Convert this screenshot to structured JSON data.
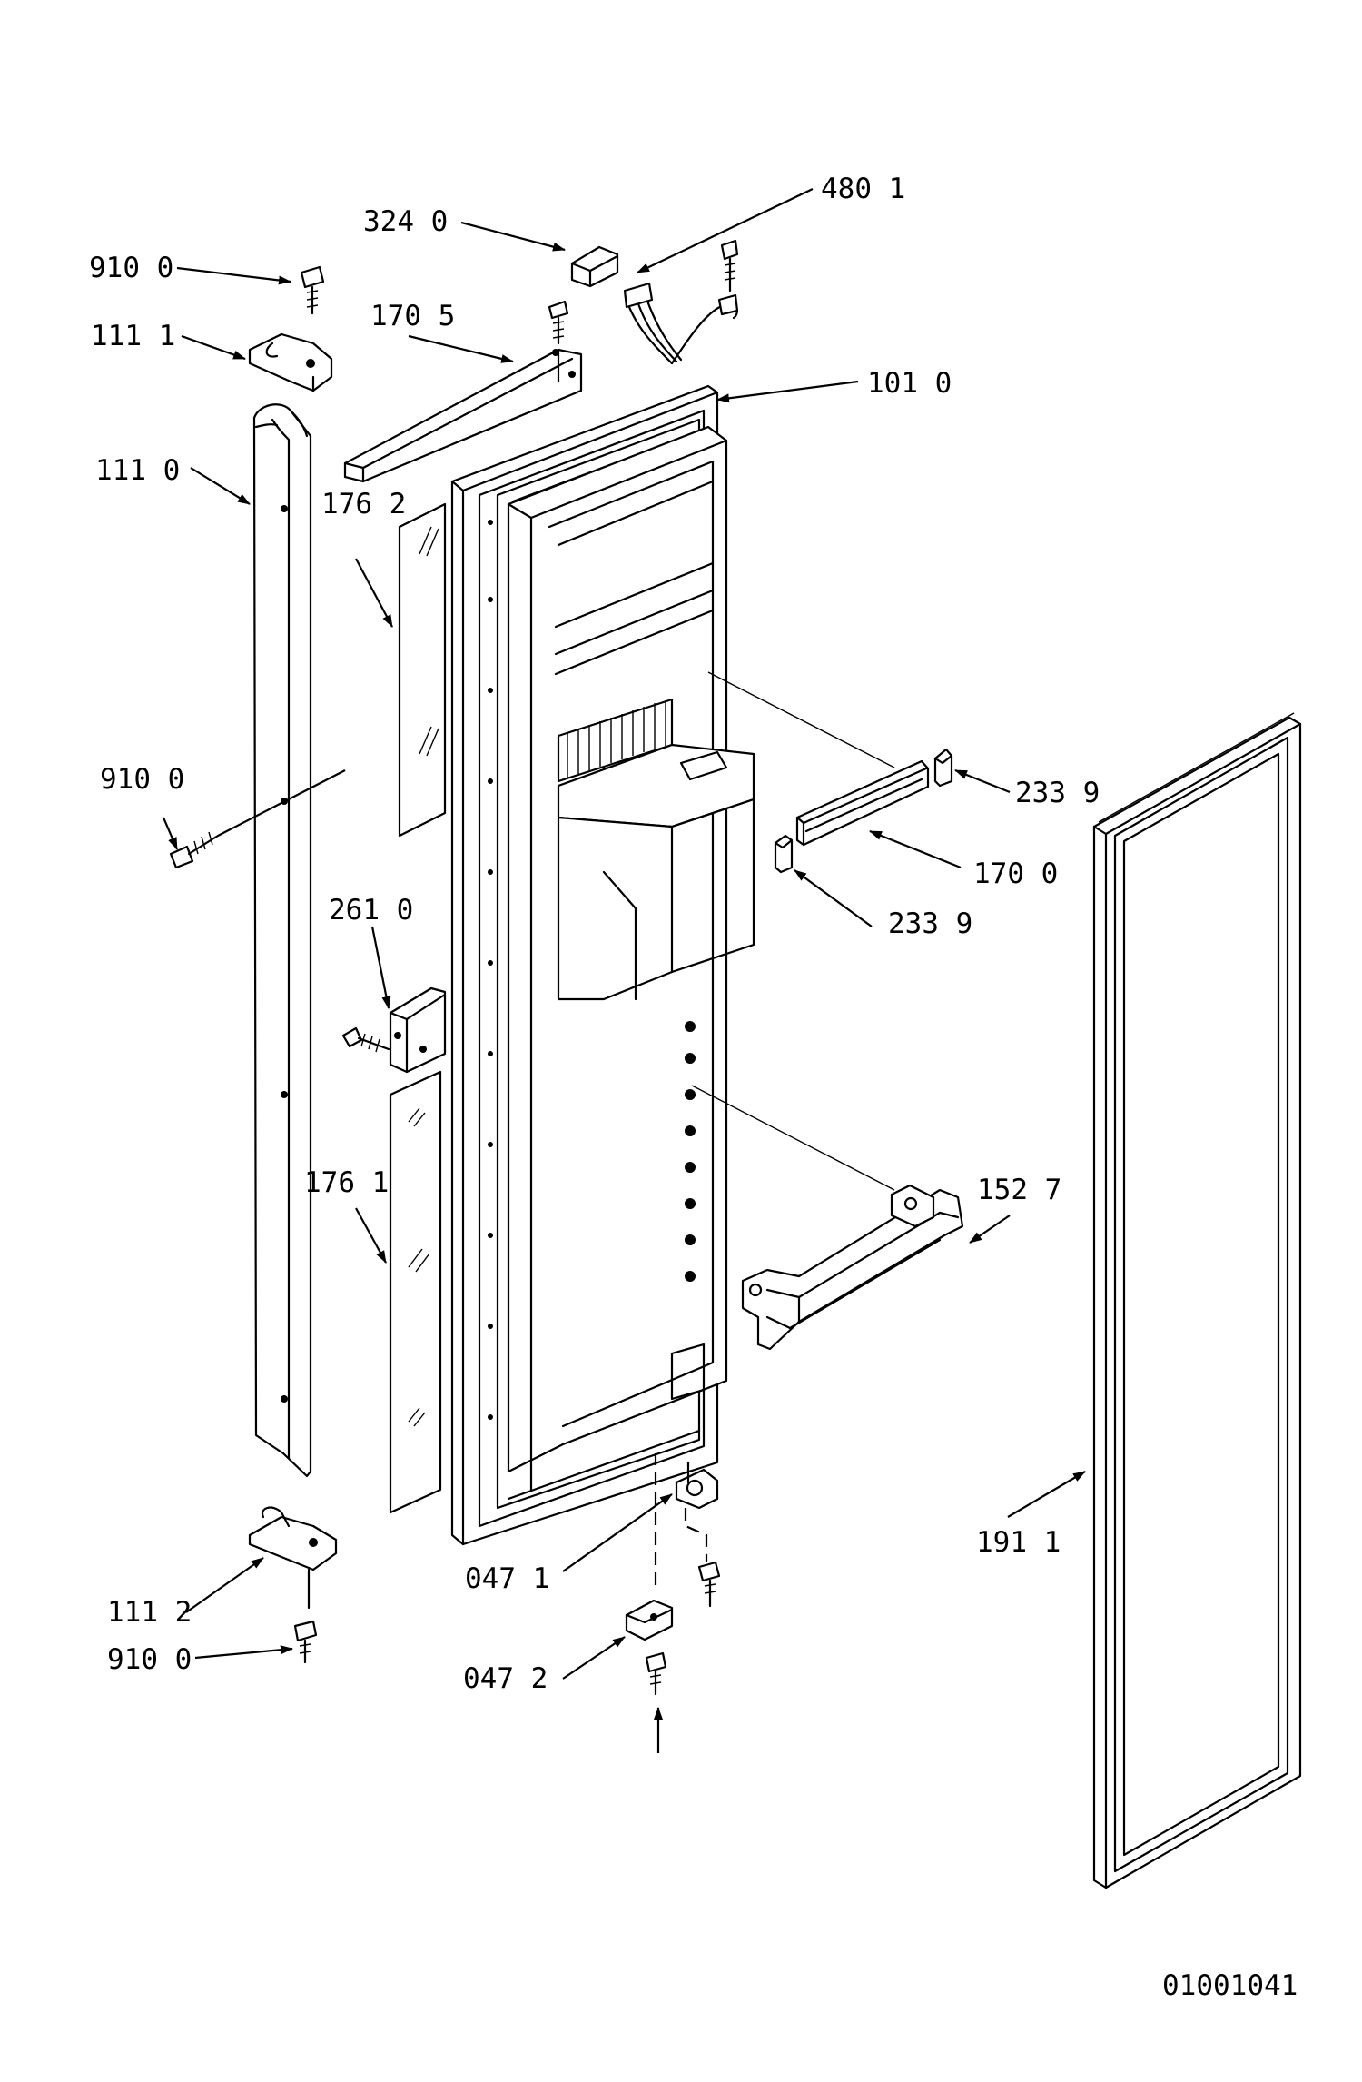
{
  "callouts": [
    {
      "id": "c-480-1",
      "text": "480 1"
    },
    {
      "id": "c-324-0",
      "text": "324 0"
    },
    {
      "id": "c-910-0-top",
      "text": "910 0"
    },
    {
      "id": "c-111-1",
      "text": "111 1"
    },
    {
      "id": "c-170-5",
      "text": "170 5"
    },
    {
      "id": "c-101-0",
      "text": "101 0"
    },
    {
      "id": "c-111-0",
      "text": "111 0"
    },
    {
      "id": "c-176-2",
      "text": "176 2"
    },
    {
      "id": "c-910-0-mid",
      "text": "910 0"
    },
    {
      "id": "c-233-9-top",
      "text": "233 9"
    },
    {
      "id": "c-170-0",
      "text": "170 0"
    },
    {
      "id": "c-233-9-bottom",
      "text": "233 9"
    },
    {
      "id": "c-261-0",
      "text": "261 0"
    },
    {
      "id": "c-152-7",
      "text": "152 7"
    },
    {
      "id": "c-176-1",
      "text": "176 1"
    },
    {
      "id": "c-191-1",
      "text": "191 1"
    },
    {
      "id": "c-047-1",
      "text": "047 1"
    },
    {
      "id": "c-111-2",
      "text": "111 2"
    },
    {
      "id": "c-047-2",
      "text": "047 2"
    },
    {
      "id": "c-910-0-bottom",
      "text": "910 0"
    }
  ],
  "document_number": "01001041",
  "colors": {
    "ink": "#000000",
    "paper": "#ffffff"
  }
}
